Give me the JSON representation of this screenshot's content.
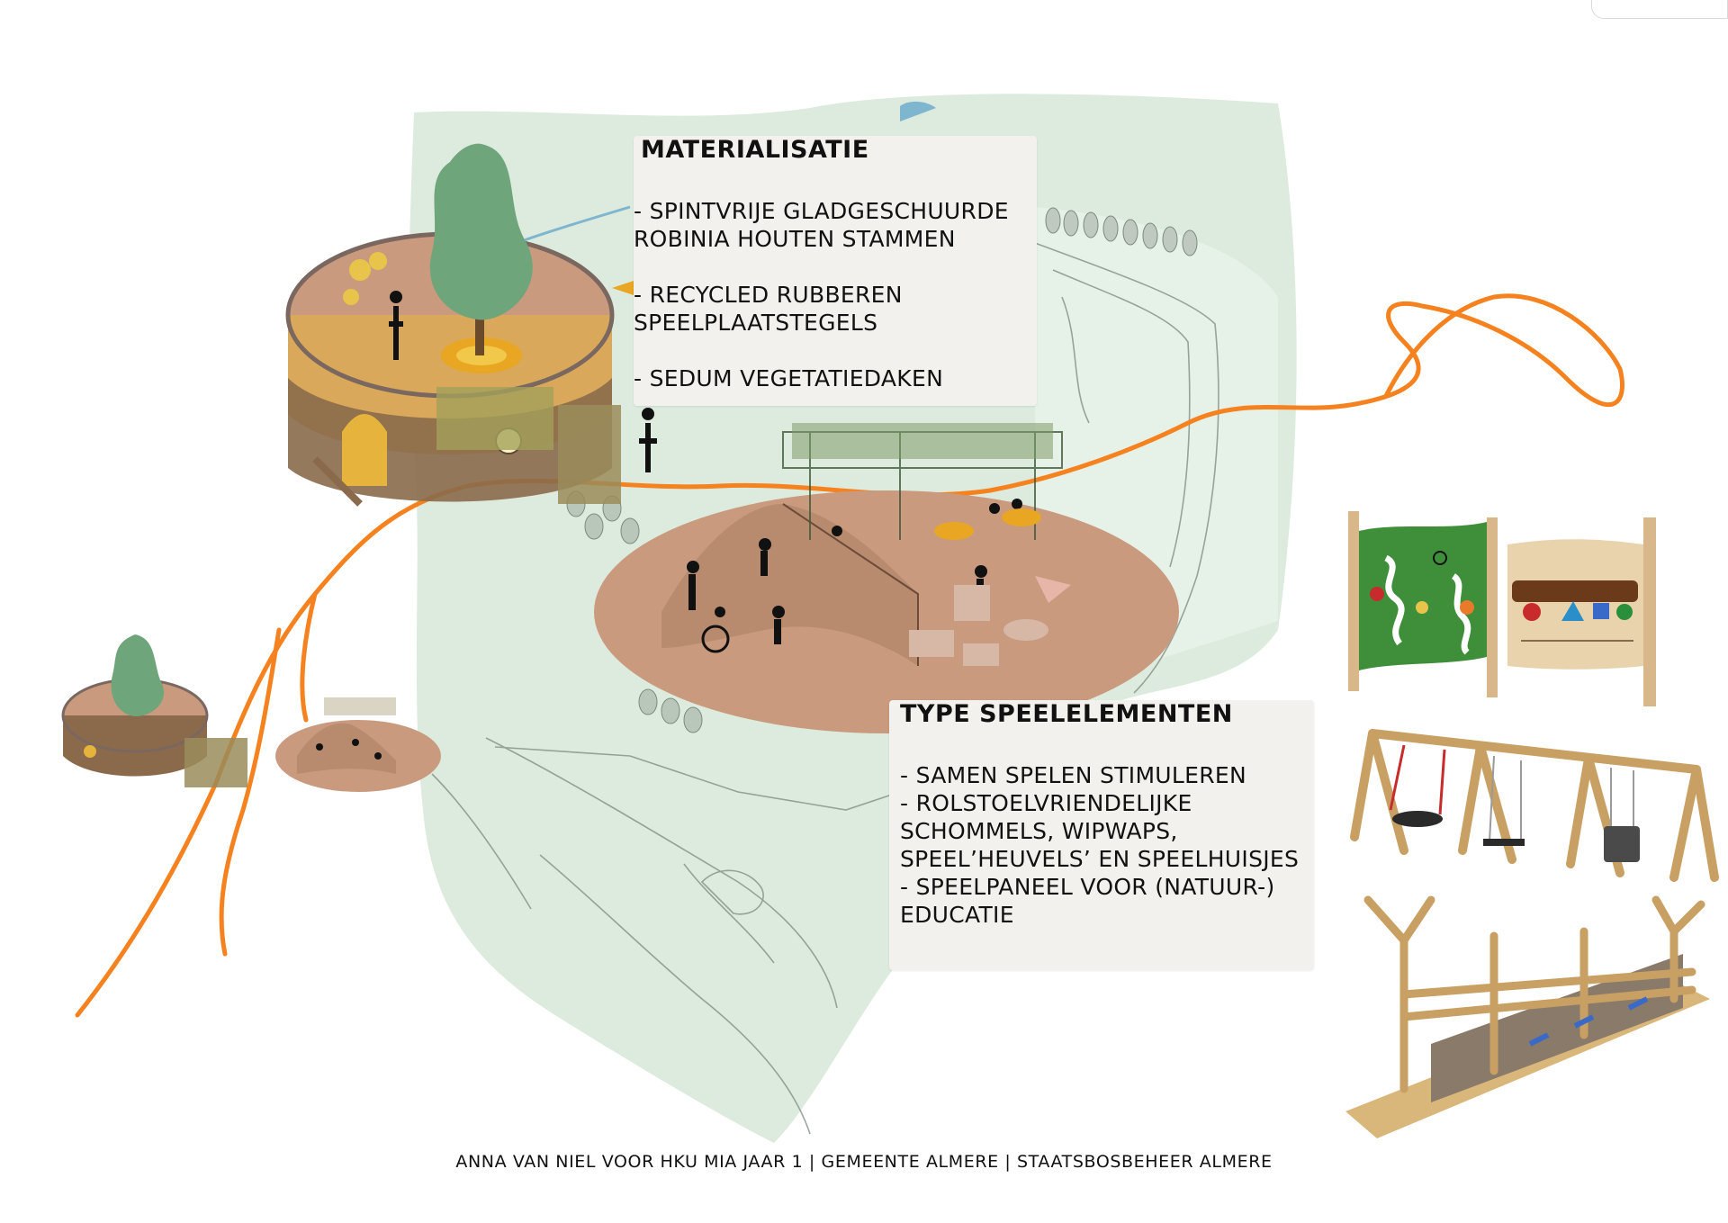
{
  "materialisatie": {
    "heading": "MATERIALISATIE",
    "items": [
      "- SPINTVRIJE GLADGESCHUURDE ROBINIA HOUTEN STAMMEN",
      "- RECYCLED RUBBEREN SPEELPLAATSTEGELS",
      "- SEDUM VEGETATIEDAKEN"
    ]
  },
  "type_speelelementen": {
    "heading": "TYPE SPEELELEMENTEN",
    "items": [
      "- SAMEN SPELEN STIMULEREN",
      "- ROLSTOELVRIENDELIJKE SCHOMMELS, WIPWAPS, SPEEL’HEUVELS’ EN SPEELHUISJES",
      "- SPEELPANEEL VOOR (NATUUR-) EDUCATIE"
    ]
  },
  "footer": "ANNA VAN NIEL VOOR HKU MIA JAAR 1 | GEMEENTE ALMERE | STAATSBOSBEHEER ALMERE",
  "colors": {
    "path_orange": "#f5821f",
    "landscape_green": "#dcebdd",
    "ground_tan": "#c99a7e",
    "tree_green": "#6fa57a",
    "wood": "#c9a063",
    "panel_green": "#3f8f3a",
    "panel_bg": "#f2f1ee"
  },
  "icons": [
    "play-tower-icon",
    "play-hill-icon",
    "play-panel-icon",
    "swing-set-icon",
    "balance-bridge-icon"
  ]
}
